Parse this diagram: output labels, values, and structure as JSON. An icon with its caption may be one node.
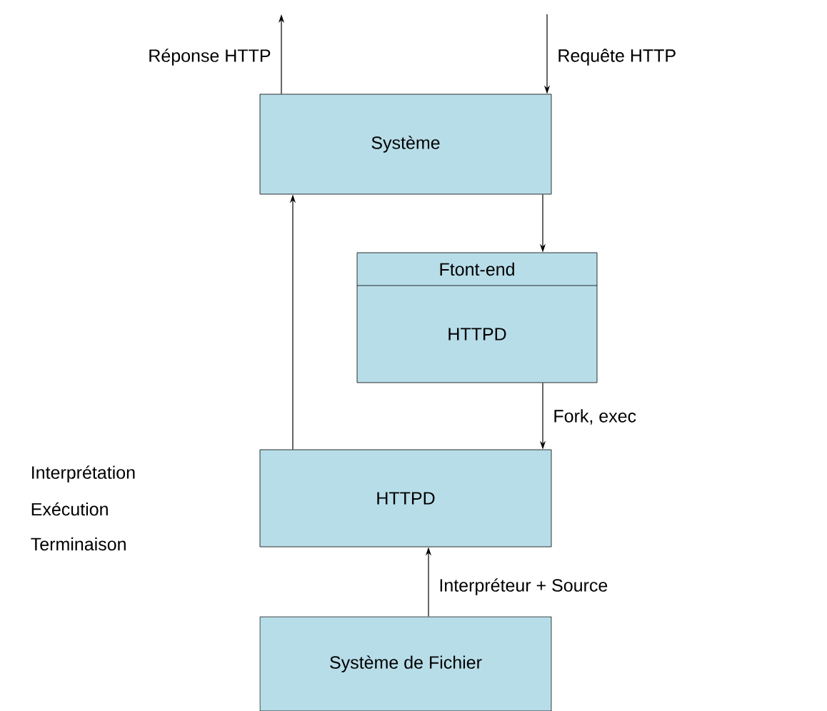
{
  "diagram": {
    "nodes": [
      {
        "text": [
          "Système"
        ]
      },
      {
        "text": [
          "Ftont-end",
          "HTTPD"
        ]
      },
      {
        "text": [
          "HTTPD"
        ],
        "beside": [
          "Interprétation",
          "Exécution",
          "Terminaison"
        ]
      },
      {
        "text": [
          "Système de Fichier"
        ]
      }
    ],
    "edges": [
      {
        "from": 0,
        "to": null,
        "arrow": "to",
        "label": "Réponse HTTP"
      },
      {
        "from": null,
        "to": 0,
        "arrow": "to",
        "label": "Requête HTTP"
      },
      {
        "from": 0,
        "to": 1,
        "arrow": "to"
      },
      {
        "from": 1,
        "to": 2,
        "arrow": "to",
        "label": "Fork, exec"
      },
      {
        "from": 2,
        "to": 0,
        "arrow": "to"
      },
      {
        "from": 3,
        "to": 2,
        "arrow": "to",
        "label": "Interpréteur + Source"
      }
    ]
  }
}
